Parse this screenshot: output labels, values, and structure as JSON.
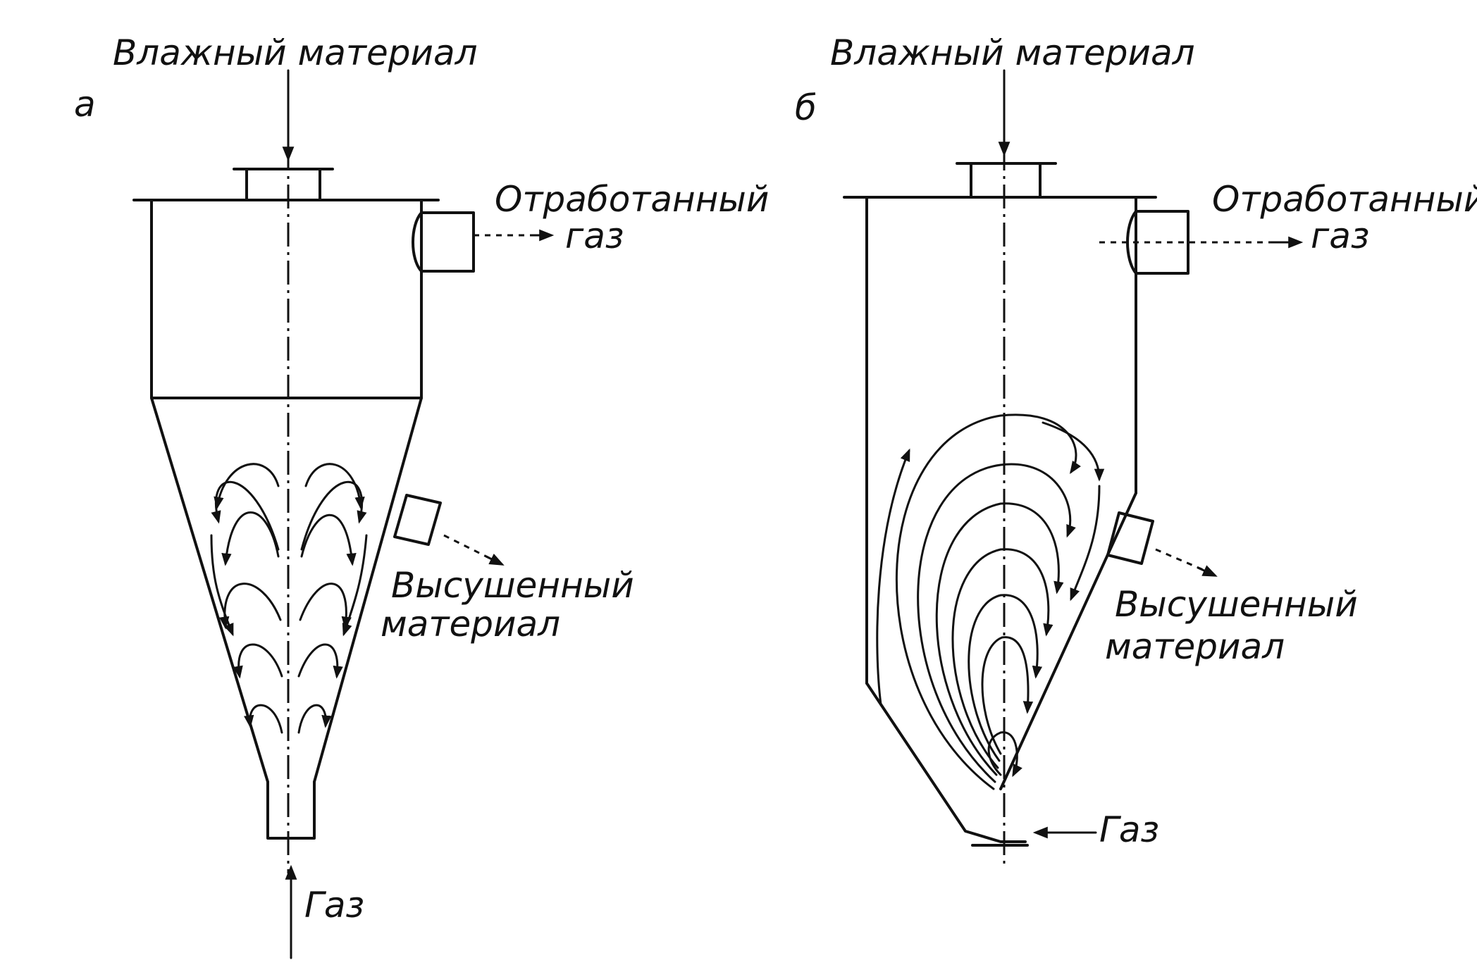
{
  "panels": [
    {
      "letter": "а",
      "wet_material": "Влажный материал",
      "exhaust_line1": "Отработанный",
      "exhaust_line2": "газ",
      "dried_line1": "Высушенный",
      "dried_line2": "материал",
      "gas": "Газ"
    },
    {
      "letter": "б",
      "wet_material": "Влажный материал",
      "exhaust_line1": "Отработанный",
      "exhaust_line2": "газ",
      "dried_line1": "Высушенный",
      "dried_line2": "материал",
      "gas": "Газ"
    }
  ]
}
